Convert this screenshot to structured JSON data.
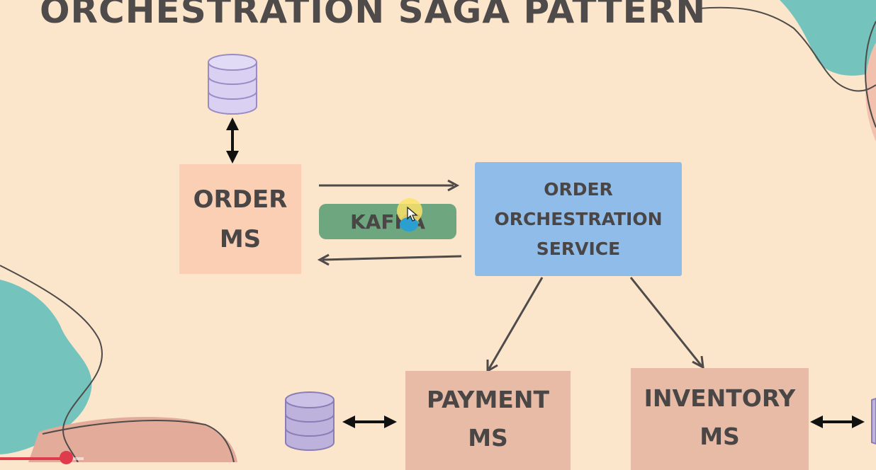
{
  "slide": {
    "title": "ORCHESTRATION SAGA PATTERN"
  },
  "nodes": {
    "order_ms": {
      "line1": "ORDER",
      "line2": "MS"
    },
    "orchestrator": {
      "line1": "ORDER",
      "line2": "ORCHESTRATION",
      "line3": "SERVICE"
    },
    "kafka": {
      "label": "KAFKA"
    },
    "payment_ms": {
      "line1": "PAYMENT",
      "line2": "MS"
    },
    "inventory_ms": {
      "line1": "INVENTORY",
      "line2": "MS"
    }
  },
  "colors": {
    "background": "#fbe6cb",
    "order_ms": "#fbcfb3",
    "orchestrator": "#8fbce9",
    "kafka": "#6ea77f",
    "payment_ms": "#e7bba5",
    "inventory_ms": "#e7bba5",
    "database": "#d9d0f2",
    "teal_blob": "#74c4bd",
    "pink_blob": "#e3ab9a",
    "progress": "#e03a4d"
  },
  "icons": [
    "database-icon",
    "double-arrow-icon",
    "arrow-icon",
    "cursor-icon"
  ],
  "video": {
    "progress": 0.076
  }
}
